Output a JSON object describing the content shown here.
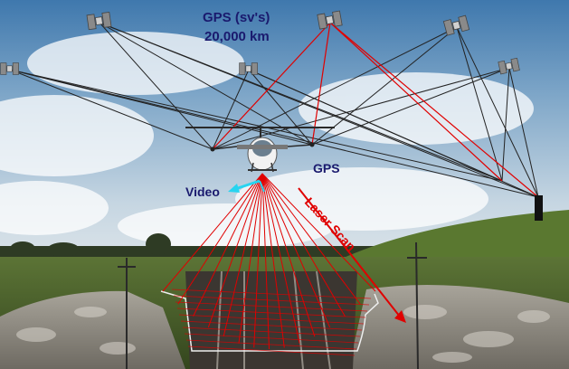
{
  "labels": {
    "gps_sv_line1": "GPS (sv's)",
    "gps_sv_line2": "20,000 km",
    "gps_receiver": "GPS",
    "video": "Video",
    "laser_scan": "Laser Scan"
  },
  "icons": {
    "satellite": "satellite-icon",
    "helicopter": "helicopter-icon",
    "ground_station": "ground-station-icon"
  },
  "colors": {
    "label_text": "#1a1a6e",
    "laser_lines": "#e00000",
    "satellite_links": "#222222",
    "video_arrow": "#27d4f0",
    "sky_top": "#4f83b5",
    "grass": "#4a6a2a"
  }
}
